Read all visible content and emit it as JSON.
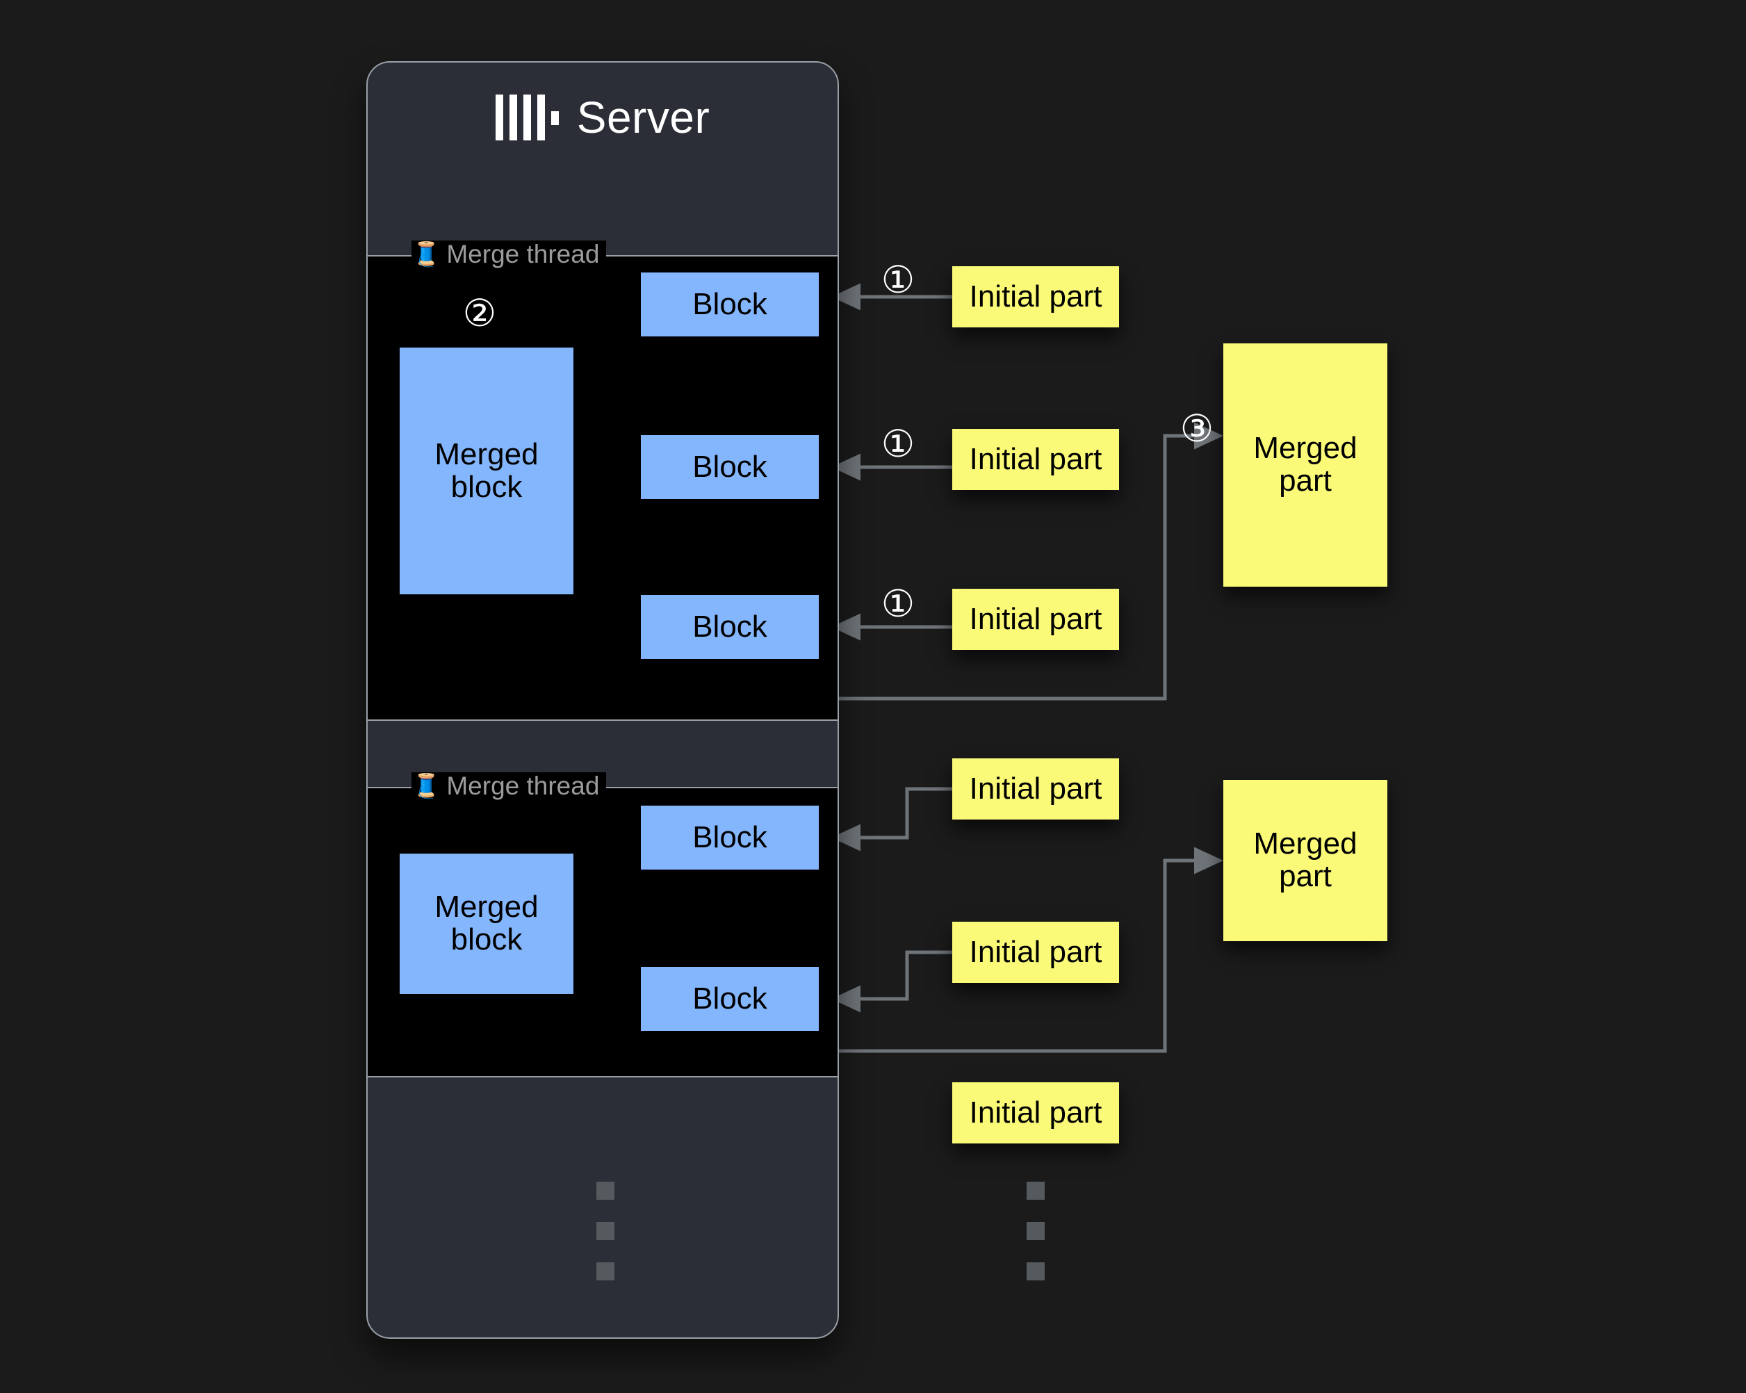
{
  "page": {
    "background_color": "#1b1b1b",
    "title": "ClickHouse server merge pipeline diagram"
  },
  "server": {
    "title": "Server",
    "logo_icon": "clickhouse-logo",
    "panel_color": "#2b2e36",
    "border_color": "#9aa0a8"
  },
  "colors": {
    "block_blue": "#84b6fd",
    "part_yellow": "#fafa78",
    "arrow_gray": "#6f7479",
    "merge_region_black": "#000000",
    "legend_text": "#9b9b9b"
  },
  "merge_threads": [
    {
      "legend_icon": "thread-spool-emoji",
      "legend_emoji": "🧵",
      "legend_label": "Merge thread",
      "merged_block_label": "Merged block",
      "blocks": [
        {
          "label": "Block"
        },
        {
          "label": "Block"
        },
        {
          "label": "Block"
        }
      ],
      "initial_parts": [
        {
          "label": "Initial part",
          "step": "①"
        },
        {
          "label": "Initial part",
          "step": "①"
        },
        {
          "label": "Initial part",
          "step": "①"
        }
      ],
      "merged_part": {
        "label": "Merged part",
        "step": "③"
      },
      "merge_step": "②"
    },
    {
      "legend_icon": "thread-spool-emoji",
      "legend_emoji": "🧵",
      "legend_label": "Merge thread",
      "merged_block_label": "Merged block",
      "blocks": [
        {
          "label": "Block"
        },
        {
          "label": "Block"
        }
      ],
      "initial_parts": [
        {
          "label": "Initial part"
        },
        {
          "label": "Initial part"
        }
      ],
      "merged_part": {
        "label": "Merged part"
      }
    }
  ],
  "extra_initial_part": {
    "label": "Initial part"
  },
  "ellipsis": {
    "server_column": "vertical-ellipsis",
    "parts_column": "vertical-ellipsis",
    "dot_count": 3
  },
  "steps": {
    "one": "①",
    "two": "②",
    "three": "③"
  }
}
